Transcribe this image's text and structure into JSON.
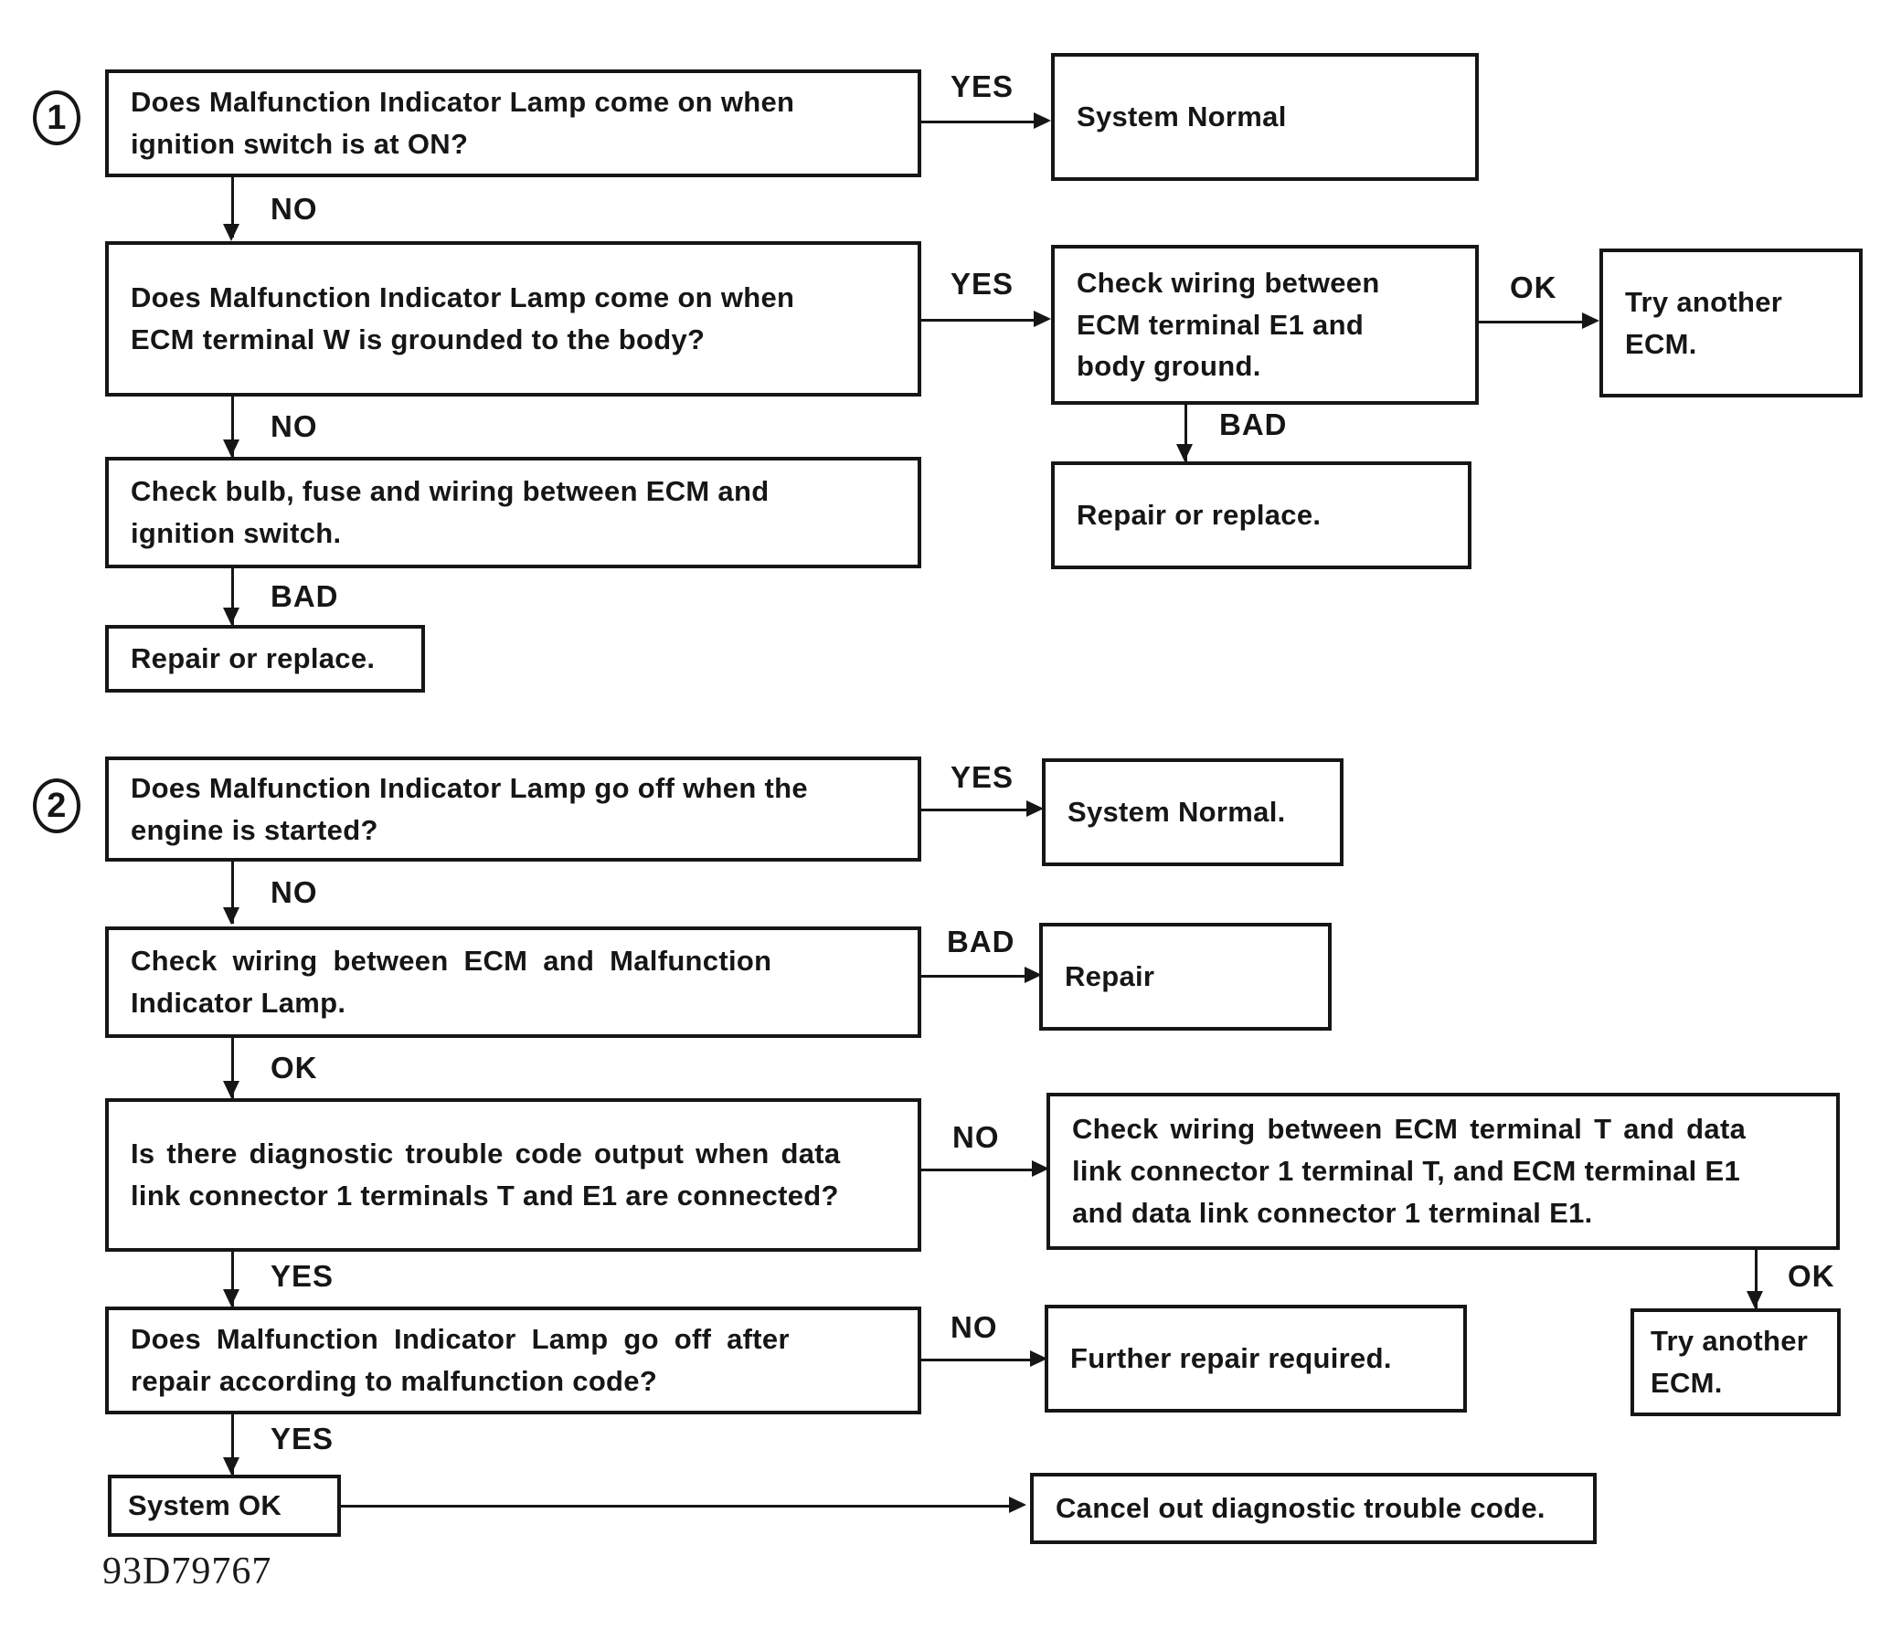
{
  "figure": {
    "id_code": "93D79767",
    "section_markers": [
      {
        "label": "1"
      },
      {
        "label": "2"
      }
    ]
  },
  "nodes": {
    "s1_q1": {
      "lines": [
        "Does Malfunction Indicator Lamp come on when",
        "ignition switch is at ON?"
      ]
    },
    "s1_system_normal": {
      "lines": [
        "System Normal"
      ]
    },
    "s1_q2": {
      "lines": [
        "Does Malfunction Indicator Lamp come on when",
        "ECM terminal W is grounded to the body?"
      ]
    },
    "s1_check_wiring_e1": {
      "lines": [
        "Check wiring between",
        "ECM terminal E1 and",
        "body ground."
      ]
    },
    "s1_try_another_ecm": {
      "lines": [
        "Try another",
        "ECM."
      ]
    },
    "s1_check_bulb": {
      "lines": [
        "Check bulb, fuse and wiring between ECM and",
        "ignition switch."
      ]
    },
    "s1_repair_or_replace_right": {
      "lines": [
        "Repair or replace."
      ]
    },
    "s1_repair_or_replace_left": {
      "lines": [
        "Repair or replace."
      ]
    },
    "s2_q1": {
      "lines": [
        "Does Malfunction Indicator Lamp go off when the",
        "engine is started?"
      ]
    },
    "s2_system_normal": {
      "lines": [
        "System Normal."
      ]
    },
    "s2_check_wiring_mil": {
      "lines": [
        "Check wiring between ECM and Malfunction",
        "Indicator Lamp."
      ]
    },
    "s2_repair": {
      "lines": [
        "Repair"
      ]
    },
    "s2_q2": {
      "lines": [
        "Is there diagnostic trouble code output when data",
        "link connector 1 terminals T and E1 are connected?"
      ]
    },
    "s2_check_wiring_dlc": {
      "lines": [
        "Check wiring between ECM terminal T and data",
        "link connector 1 terminal T, and ECM terminal E1",
        "and data link connector 1 terminal E1."
      ]
    },
    "s2_q3": {
      "lines": [
        "Does Malfunction Indicator Lamp go off after",
        "repair according to malfunction code?"
      ]
    },
    "s2_further_repair": {
      "lines": [
        "Further repair required."
      ]
    },
    "s2_try_another_ecm": {
      "lines": [
        "Try another",
        "ECM."
      ]
    },
    "s2_system_ok": {
      "lines": [
        "System OK"
      ]
    },
    "s2_cancel_code": {
      "lines": [
        "Cancel out diagnostic trouble code."
      ]
    }
  },
  "edge_labels": {
    "s1_q1_yes": "YES",
    "s1_q1_no": "NO",
    "s1_q2_yes": "YES",
    "s1_wiring_ok": "OK",
    "s1_wiring_bad": "BAD",
    "s1_q2_no": "NO",
    "s1_bulb_bad": "BAD",
    "s2_q1_yes": "YES",
    "s2_q1_no": "NO",
    "s2_wiring_bad": "BAD",
    "s2_wiring_ok": "OK",
    "s2_q2_no": "NO",
    "s2_q2_yes": "YES",
    "s2_q3_no": "NO",
    "s2_dlc_ok": "OK",
    "s2_q3_yes": "YES"
  },
  "colors": {
    "ink": "#161616",
    "background": "#ffffff"
  }
}
